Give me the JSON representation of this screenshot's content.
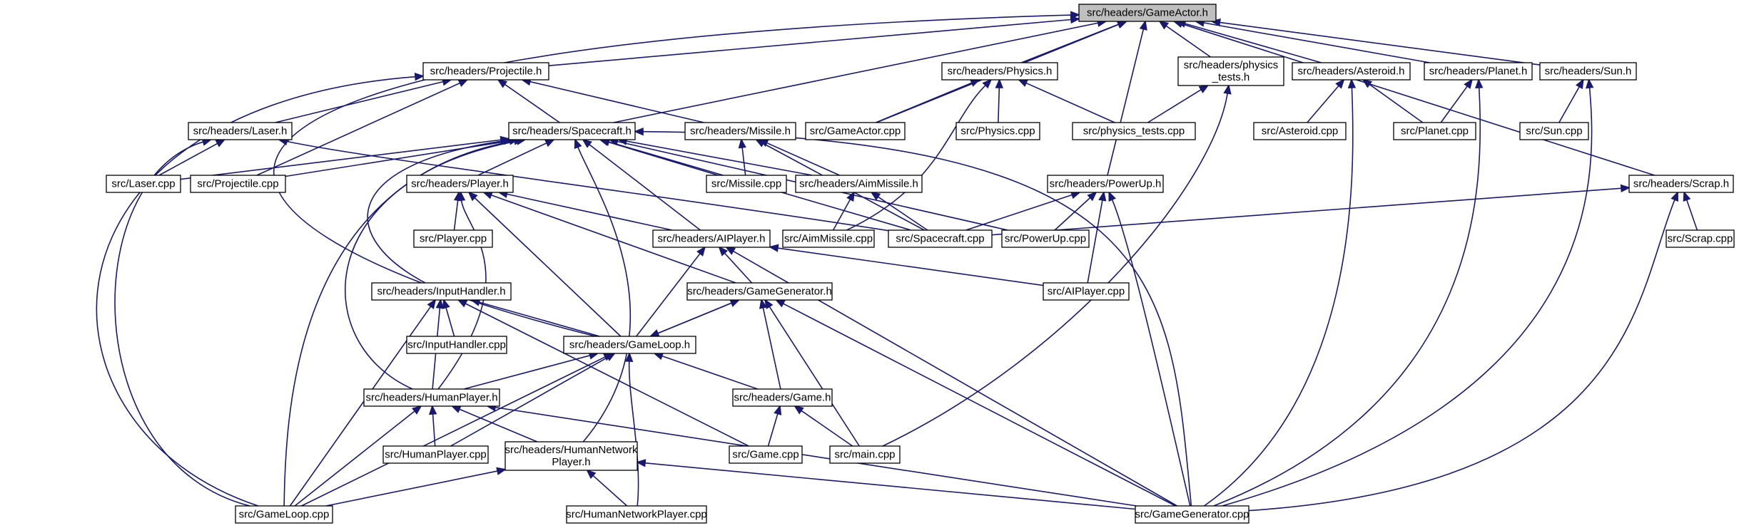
{
  "graph": {
    "colors": {
      "edge": "#191970",
      "node_fill": "#ffffff",
      "root_fill": "#bfbfbf",
      "border": "#000000"
    },
    "nodes": [
      {
        "id": "gameactor_h",
        "lines": [
          "src/headers/GameActor.h"
        ],
        "root": true
      },
      {
        "id": "projectile_h",
        "lines": [
          "src/headers/Projectile.h"
        ]
      },
      {
        "id": "physics_h",
        "lines": [
          "src/headers/Physics.h"
        ]
      },
      {
        "id": "physics_tests_h",
        "lines": [
          "src/headers/physics",
          "_tests.h"
        ]
      },
      {
        "id": "asteroid_h",
        "lines": [
          "src/headers/Asteroid.h"
        ]
      },
      {
        "id": "planet_h",
        "lines": [
          "src/headers/Planet.h"
        ]
      },
      {
        "id": "sun_h",
        "lines": [
          "src/headers/Sun.h"
        ]
      },
      {
        "id": "laser_h",
        "lines": [
          "src/headers/Laser.h"
        ]
      },
      {
        "id": "spacecraft_h",
        "lines": [
          "src/headers/Spacecraft.h"
        ]
      },
      {
        "id": "missile_h",
        "lines": [
          "src/headers/Missile.h"
        ]
      },
      {
        "id": "gameactor_cpp",
        "lines": [
          "src/GameActor.cpp"
        ]
      },
      {
        "id": "physics_cpp",
        "lines": [
          "src/Physics.cpp"
        ]
      },
      {
        "id": "physics_tests_cpp",
        "lines": [
          "src/physics_tests.cpp"
        ]
      },
      {
        "id": "asteroid_cpp",
        "lines": [
          "src/Asteroid.cpp"
        ]
      },
      {
        "id": "planet_cpp",
        "lines": [
          "src/Planet.cpp"
        ]
      },
      {
        "id": "sun_cpp",
        "lines": [
          "src/Sun.cpp"
        ]
      },
      {
        "id": "laser_cpp",
        "lines": [
          "src/Laser.cpp"
        ]
      },
      {
        "id": "projectile_cpp",
        "lines": [
          "src/Projectile.cpp"
        ]
      },
      {
        "id": "player_h",
        "lines": [
          "src/headers/Player.h"
        ]
      },
      {
        "id": "missile_cpp",
        "lines": [
          "src/Missile.cpp"
        ]
      },
      {
        "id": "aimmissile_h",
        "lines": [
          "src/headers/AimMissile.h"
        ]
      },
      {
        "id": "powerup_h",
        "lines": [
          "src/headers/PowerUp.h"
        ]
      },
      {
        "id": "scrap_h",
        "lines": [
          "src/headers/Scrap.h"
        ]
      },
      {
        "id": "player_cpp",
        "lines": [
          "src/Player.cpp"
        ]
      },
      {
        "id": "aiplayer_h",
        "lines": [
          "src/headers/AIPlayer.h"
        ]
      },
      {
        "id": "aimmissile_cpp",
        "lines": [
          "src/AimMissile.cpp"
        ]
      },
      {
        "id": "spacecraft_cpp",
        "lines": [
          "src/Spacecraft.cpp"
        ]
      },
      {
        "id": "powerup_cpp",
        "lines": [
          "src/PowerUp.cpp"
        ]
      },
      {
        "id": "scrap_cpp",
        "lines": [
          "src/Scrap.cpp"
        ]
      },
      {
        "id": "inputhandler_h",
        "lines": [
          "src/headers/InputHandler.h"
        ]
      },
      {
        "id": "gamegenerator_h",
        "lines": [
          "src/headers/GameGenerator.h"
        ]
      },
      {
        "id": "aiplayer_cpp",
        "lines": [
          "src/AIPlayer.cpp"
        ]
      },
      {
        "id": "inputhandler_cpp",
        "lines": [
          "src/InputHandler.cpp"
        ]
      },
      {
        "id": "gameloop_h",
        "lines": [
          "src/headers/GameLoop.h"
        ]
      },
      {
        "id": "humanplayer_h",
        "lines": [
          "src/headers/HumanPlayer.h"
        ]
      },
      {
        "id": "game_h",
        "lines": [
          "src/headers/Game.h"
        ]
      },
      {
        "id": "humanplayer_cpp",
        "lines": [
          "src/HumanPlayer.cpp"
        ]
      },
      {
        "id": "humannetworkplayer_h",
        "lines": [
          "src/headers/HumanNetwork",
          "Player.h"
        ]
      },
      {
        "id": "game_cpp",
        "lines": [
          "src/Game.cpp"
        ]
      },
      {
        "id": "main_cpp",
        "lines": [
          "src/main.cpp"
        ]
      },
      {
        "id": "gameloop_cpp",
        "lines": [
          "src/GameLoop.cpp"
        ]
      },
      {
        "id": "humannetworkplayer_cpp",
        "lines": [
          "src/HumanNetworkPlayer.cpp"
        ]
      },
      {
        "id": "gamegenerator_cpp",
        "lines": [
          "src/GameGenerator.cpp"
        ]
      }
    ],
    "edges": [
      [
        "projectile_h",
        "gameactor_h"
      ],
      [
        "spacecraft_h",
        "gameactor_h"
      ],
      [
        "physics_h",
        "gameactor_h"
      ],
      [
        "gameactor_cpp",
        "gameactor_h"
      ],
      [
        "physics_tests_h",
        "gameactor_h"
      ],
      [
        "asteroid_h",
        "gameactor_h"
      ],
      [
        "planet_h",
        "gameactor_h"
      ],
      [
        "sun_h",
        "gameactor_h"
      ],
      [
        "powerup_h",
        "gameactor_h"
      ],
      [
        "scrap_h",
        "gameactor_h"
      ],
      [
        "gameloop_h",
        "gameactor_h"
      ],
      [
        "laser_h",
        "projectile_h"
      ],
      [
        "spacecraft_h",
        "projectile_h"
      ],
      [
        "missile_h",
        "projectile_h"
      ],
      [
        "projectile_cpp",
        "projectile_h"
      ],
      [
        "gameloop_cpp",
        "projectile_h"
      ],
      [
        "gameactor_cpp",
        "physics_h"
      ],
      [
        "physics_cpp",
        "physics_h"
      ],
      [
        "physics_tests_cpp",
        "physics_h"
      ],
      [
        "aimmissile_cpp",
        "physics_h"
      ],
      [
        "physics_tests_cpp",
        "physics_tests_h"
      ],
      [
        "main_cpp",
        "physics_tests_h"
      ],
      [
        "asteroid_cpp",
        "asteroid_h"
      ],
      [
        "planet_cpp",
        "asteroid_h"
      ],
      [
        "gamegenerator_cpp",
        "asteroid_h"
      ],
      [
        "planet_cpp",
        "planet_h"
      ],
      [
        "gamegenerator_cpp",
        "planet_h"
      ],
      [
        "sun_cpp",
        "sun_h"
      ],
      [
        "gamegenerator_cpp",
        "sun_h"
      ],
      [
        "laser_cpp",
        "laser_h"
      ],
      [
        "spacecraft_cpp",
        "laser_h"
      ],
      [
        "gameloop_cpp",
        "laser_h"
      ],
      [
        "laser_cpp",
        "spacecraft_h"
      ],
      [
        "projectile_cpp",
        "spacecraft_h"
      ],
      [
        "player_h",
        "spacecraft_h"
      ],
      [
        "missile_cpp",
        "spacecraft_h"
      ],
      [
        "aimmissile_h",
        "spacecraft_h"
      ],
      [
        "aiplayer_h",
        "spacecraft_h"
      ],
      [
        "spacecraft_cpp",
        "spacecraft_h"
      ],
      [
        "powerup_cpp",
        "spacecraft_h"
      ],
      [
        "inputhandler_h",
        "spacecraft_h"
      ],
      [
        "humanplayer_h",
        "spacecraft_h"
      ],
      [
        "humannetworkplayer_h",
        "spacecraft_h"
      ],
      [
        "gameloop_cpp",
        "spacecraft_h"
      ],
      [
        "gamegenerator_cpp",
        "spacecraft_h"
      ],
      [
        "missile_cpp",
        "missile_h"
      ],
      [
        "aimmissile_h",
        "missile_h"
      ],
      [
        "spacecraft_cpp",
        "missile_h"
      ],
      [
        "player_cpp",
        "player_h"
      ],
      [
        "aiplayer_h",
        "player_h"
      ],
      [
        "gamegenerator_h",
        "player_h"
      ],
      [
        "gameloop_h",
        "player_h"
      ],
      [
        "humanplayer_h",
        "player_h"
      ],
      [
        "aimmissile_cpp",
        "aimmissile_h"
      ],
      [
        "spacecraft_cpp",
        "aimmissile_h"
      ],
      [
        "spacecraft_cpp",
        "powerup_h"
      ],
      [
        "powerup_cpp",
        "powerup_h"
      ],
      [
        "aiplayer_cpp",
        "powerup_h"
      ],
      [
        "gamegenerator_cpp",
        "powerup_h"
      ],
      [
        "spacecraft_cpp",
        "scrap_h"
      ],
      [
        "scrap_cpp",
        "scrap_h"
      ],
      [
        "gamegenerator_cpp",
        "scrap_h"
      ],
      [
        "gamegenerator_h",
        "aiplayer_h"
      ],
      [
        "gameloop_h",
        "aiplayer_h"
      ],
      [
        "aiplayer_cpp",
        "aiplayer_h"
      ],
      [
        "gamegenerator_cpp",
        "aiplayer_h"
      ],
      [
        "inputhandler_cpp",
        "inputhandler_h"
      ],
      [
        "gameloop_h",
        "inputhandler_h"
      ],
      [
        "humanplayer_h",
        "inputhandler_h"
      ],
      [
        "game_cpp",
        "inputhandler_h"
      ],
      [
        "gameloop_cpp",
        "inputhandler_h"
      ],
      [
        "gameloop_h",
        "gamegenerator_h"
      ],
      [
        "game_h",
        "gamegenerator_h"
      ],
      [
        "main_cpp",
        "gamegenerator_h"
      ],
      [
        "gamegenerator_cpp",
        "gamegenerator_h"
      ],
      [
        "gamegenerator_h",
        "gameloop_h"
      ],
      [
        "humanplayer_h",
        "gameloop_h"
      ],
      [
        "game_h",
        "gameloop_h"
      ],
      [
        "humanplayer_cpp",
        "gameloop_h"
      ],
      [
        "gameloop_cpp",
        "gameloop_h"
      ],
      [
        "humannetworkplayer_cpp",
        "gameloop_h"
      ],
      [
        "humanplayer_cpp",
        "humanplayer_h"
      ],
      [
        "humannetworkplayer_h",
        "humanplayer_h"
      ],
      [
        "gameloop_cpp",
        "humanplayer_h"
      ],
      [
        "gamegenerator_cpp",
        "humanplayer_h"
      ],
      [
        "game_cpp",
        "game_h"
      ],
      [
        "main_cpp",
        "game_h"
      ],
      [
        "gameloop_cpp",
        "humannetworkplayer_h"
      ],
      [
        "humannetworkplayer_cpp",
        "humannetworkplayer_h"
      ],
      [
        "gamegenerator_cpp",
        "humannetworkplayer_h"
      ]
    ]
  }
}
